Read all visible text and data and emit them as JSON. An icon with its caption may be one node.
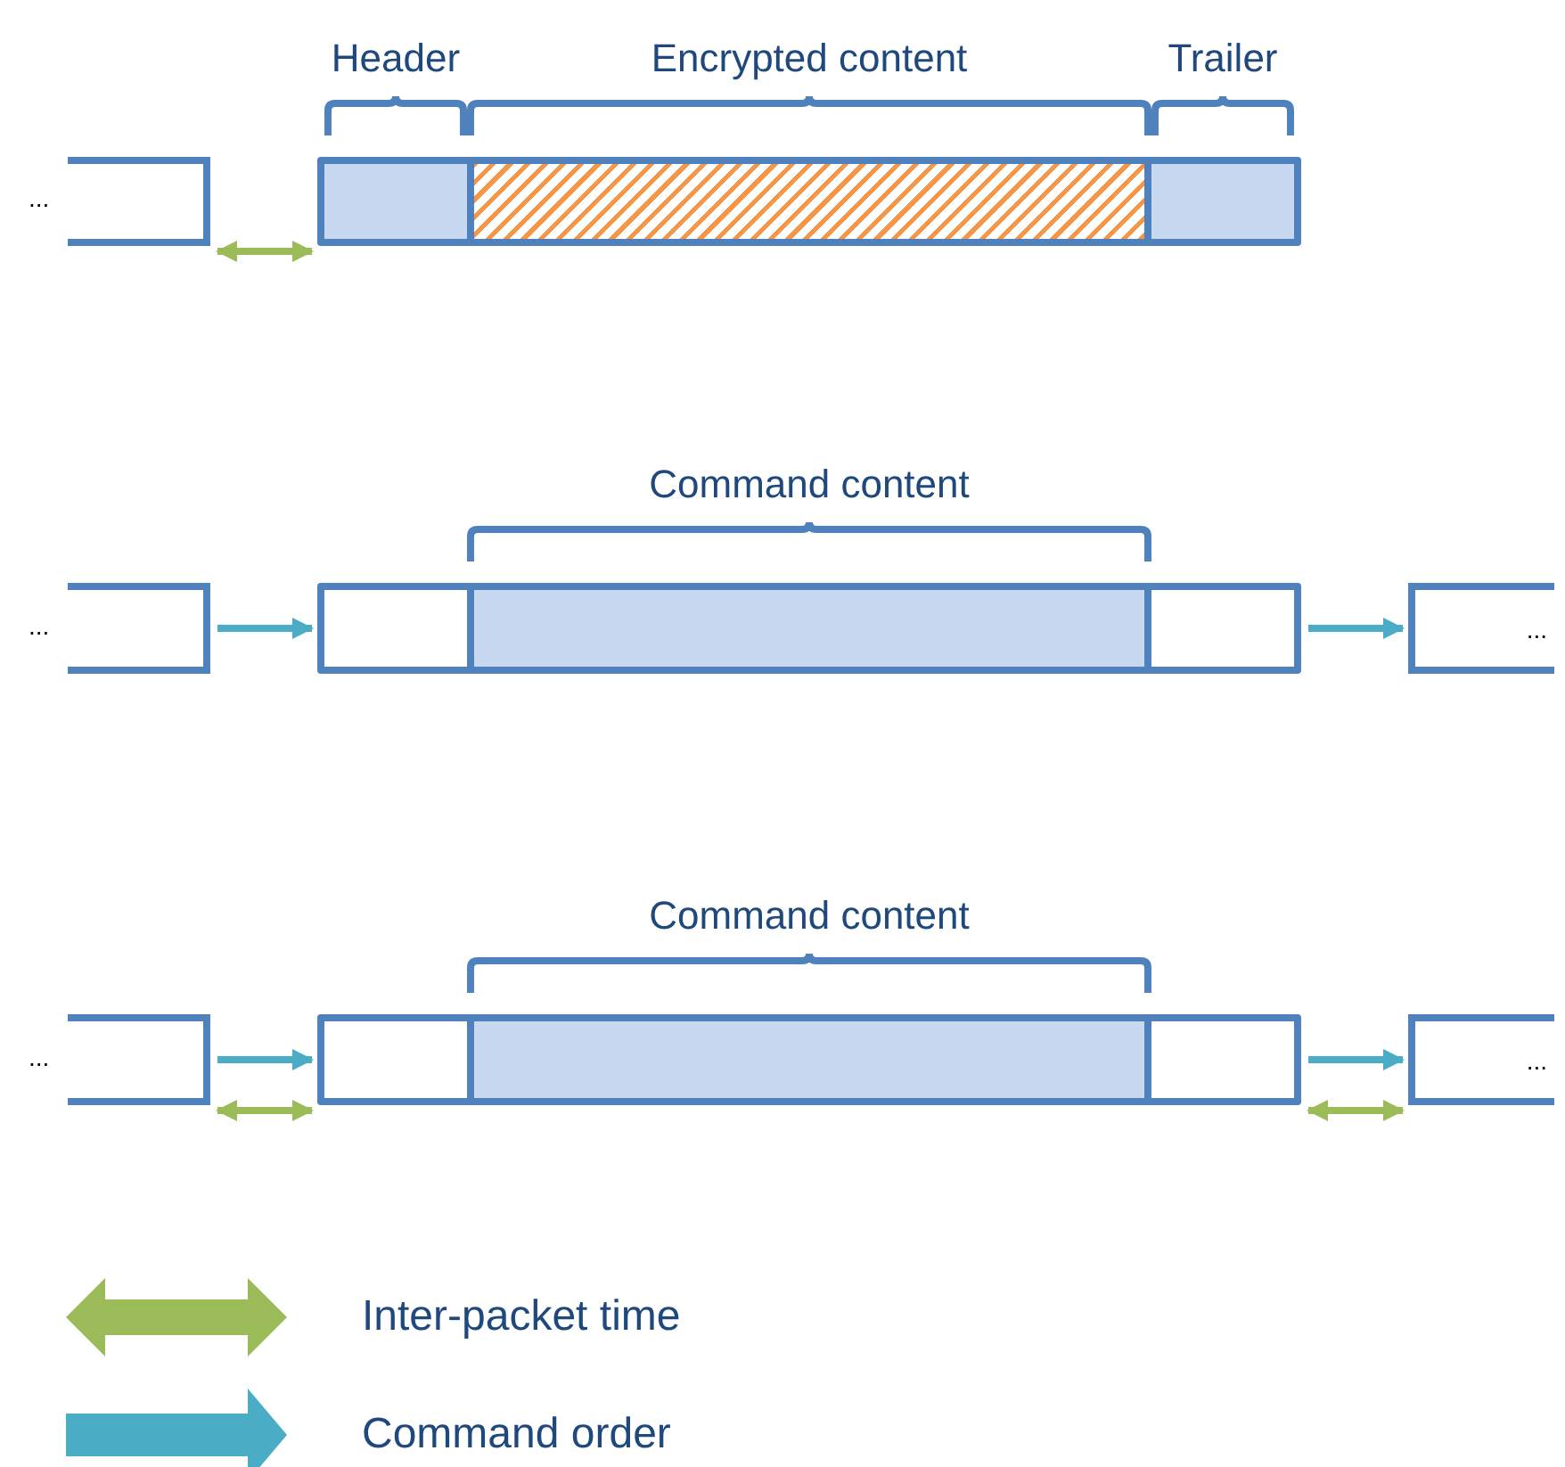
{
  "diagram": {
    "nodes": [
      {
        "text": [],
        "shape": "box",
        "beside": [
          "..."
        ]
      },
      {
        "text": [],
        "shape": "box"
      },
      {
        "text": [],
        "shape": "box",
        "in": 1,
        "beside": [
          "Header"
        ]
      },
      {
        "text": [],
        "shape": "box",
        "in": 1,
        "beside": [
          "Encrypted content"
        ]
      },
      {
        "text": [],
        "shape": "box",
        "in": 1,
        "beside": [
          "Trailer"
        ]
      },
      {
        "text": [],
        "shape": "box",
        "beside": [
          "..."
        ]
      },
      {
        "text": [],
        "shape": "box"
      },
      {
        "text": [],
        "shape": "box",
        "in": 6,
        "beside": [
          "Command content"
        ]
      },
      {
        "text": [
          "..."
        ]
      },
      {
        "text": [],
        "shape": "box",
        "beside": [
          "..."
        ]
      },
      {
        "text": [],
        "shape": "box"
      },
      {
        "text": [],
        "shape": "box",
        "in": 10,
        "beside": [
          "Command content"
        ]
      },
      {
        "text": [
          "..."
        ]
      }
    ],
    "edges": [
      {
        "from": 0,
        "to": 1,
        "arrow": "both",
        "color": "#9bbb59"
      },
      {
        "from": 5,
        "to": 6,
        "arrow": "to",
        "color": "#4bacc6"
      },
      {
        "from": 6,
        "to": 8,
        "arrow": "to",
        "color": "#4bacc6"
      },
      {
        "from": 9,
        "to": 10,
        "arrow": "to",
        "color": "#4bacc6"
      },
      {
        "from": 9,
        "to": 10,
        "arrow": "both",
        "color": "#9bbb59"
      },
      {
        "from": 10,
        "to": 12,
        "arrow": "to",
        "color": "#4bacc6"
      },
      {
        "from": 10,
        "to": 12,
        "arrow": "both",
        "color": "#9bbb59"
      }
    ],
    "legend": [
      {
        "text": "Inter-packet time"
      },
      {
        "text": "Command order"
      }
    ]
  }
}
